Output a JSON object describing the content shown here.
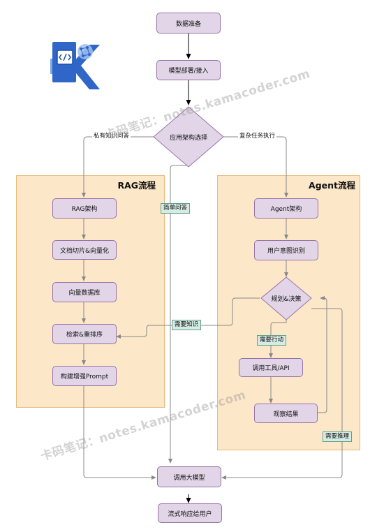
{
  "lanes": {
    "rag_title": "RAG流程",
    "agent_title": "Agent流程"
  },
  "nodes": {
    "data_prep": "数据准备",
    "model_deploy": "模型部署/接入",
    "arch_choice": "应用架构选择",
    "rag_arch": "RAG架构",
    "doc_chunk": "文档切片&向量化",
    "vector_db": "向量数据库",
    "retrieve_rerank": "检索&重排序",
    "build_prompt": "构建增强Prompt",
    "agent_arch": "Agent架构",
    "intent": "用户意图识别",
    "plan_decide": "规划&决策",
    "call_tool": "调用工具/API",
    "observe": "观察结果",
    "call_llm": "调用大模型",
    "stream": "流式响应给用户"
  },
  "edge_labels": {
    "private_qa": "私有知识问答",
    "complex_task": "复杂任务执行",
    "simple_qa": "简单问答",
    "need_knowledge": "需要知识",
    "need_action": "需要行动",
    "need_reasoning": "需要推理"
  },
  "watermark": {
    "text_1": "卡码笔记：notes.kamacoder.com",
    "text_2": "卡码笔记：notes.kamacoder.com"
  },
  "logo": {
    "letter": "K",
    "icon": "code-brackets-icon"
  },
  "colors": {
    "node_fill": "#e1d5e7",
    "node_border": "#9673a6",
    "lane_fill": "#fde7c9",
    "lane_border": "#e8b878",
    "tag_fill": "#d5ebe4",
    "tag_border": "#62a08c",
    "logo_blue": "#2f66c8"
  }
}
